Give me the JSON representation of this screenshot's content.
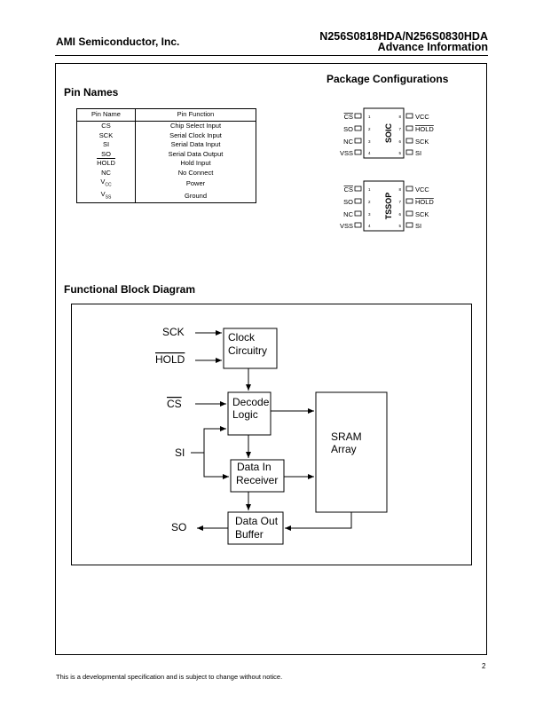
{
  "header": {
    "company": "AMI Semiconductor, Inc.",
    "part_numbers": "N256S0818HDA/N256S0830HDA",
    "status": "Advance Information"
  },
  "sections": {
    "pin_names": "Pin Names",
    "package_configurations": "Package Configurations",
    "functional_block_diagram": "Functional Block Diagram"
  },
  "pin_table": {
    "headers": [
      "Pin Name",
      "Pin Function"
    ],
    "rows": [
      {
        "name": "CS",
        "function": "Chip Select Input",
        "overbar": true
      },
      {
        "name": "SCK",
        "function": "Serial Clock Input",
        "overbar": false
      },
      {
        "name": "SI",
        "function": "Serial Data Input",
        "overbar": false
      },
      {
        "name": "SO",
        "function": "Serial Data Output",
        "overbar": false
      },
      {
        "name": "HOLD",
        "function": "Hold Input",
        "overbar": true
      },
      {
        "name": "NC",
        "function": "No Connect",
        "overbar": false
      },
      {
        "name": "V",
        "sub": "CC",
        "function": "Power",
        "overbar": false
      },
      {
        "name": "V",
        "sub": "SS",
        "function": "Ground",
        "overbar": false
      }
    ]
  },
  "packages": [
    {
      "label": "SOIC",
      "left_pins": [
        {
          "name": "CS",
          "num": "1",
          "overbar": true
        },
        {
          "name": "SO",
          "num": "2"
        },
        {
          "name": "NC",
          "num": "3"
        },
        {
          "name": "VSS",
          "num": "4"
        }
      ],
      "right_pins": [
        {
          "name": "VCC",
          "num": "8"
        },
        {
          "name": "HOLD",
          "num": "7",
          "overbar": true
        },
        {
          "name": "SCK",
          "num": "6"
        },
        {
          "name": "SI",
          "num": "5"
        }
      ]
    },
    {
      "label": "TSSOP",
      "left_pins": [
        {
          "name": "CS",
          "num": "1",
          "overbar": true
        },
        {
          "name": "SO",
          "num": "2"
        },
        {
          "name": "NC",
          "num": "3"
        },
        {
          "name": "VSS",
          "num": "4"
        }
      ],
      "right_pins": [
        {
          "name": "VCC",
          "num": "8"
        },
        {
          "name": "HOLD",
          "num": "7",
          "overbar": true
        },
        {
          "name": "SCK",
          "num": "6"
        },
        {
          "name": "SI",
          "num": "5"
        }
      ]
    }
  ],
  "block_diagram": {
    "signals": {
      "sck": "SCK",
      "hold": "HOLD",
      "cs": "CS",
      "si": "SI",
      "so": "SO"
    },
    "blocks": {
      "clock": [
        "Clock",
        "Circuitry"
      ],
      "decode": [
        "Decode",
        "Logic"
      ],
      "data_in": [
        "Data In",
        "Receiver"
      ],
      "data_out": [
        "Data Out",
        "Buffer"
      ],
      "sram": [
        "SRAM",
        "Array"
      ]
    }
  },
  "footer": {
    "page_number": "2",
    "notice": "This is a developmental specification and is subject to change without notice."
  }
}
